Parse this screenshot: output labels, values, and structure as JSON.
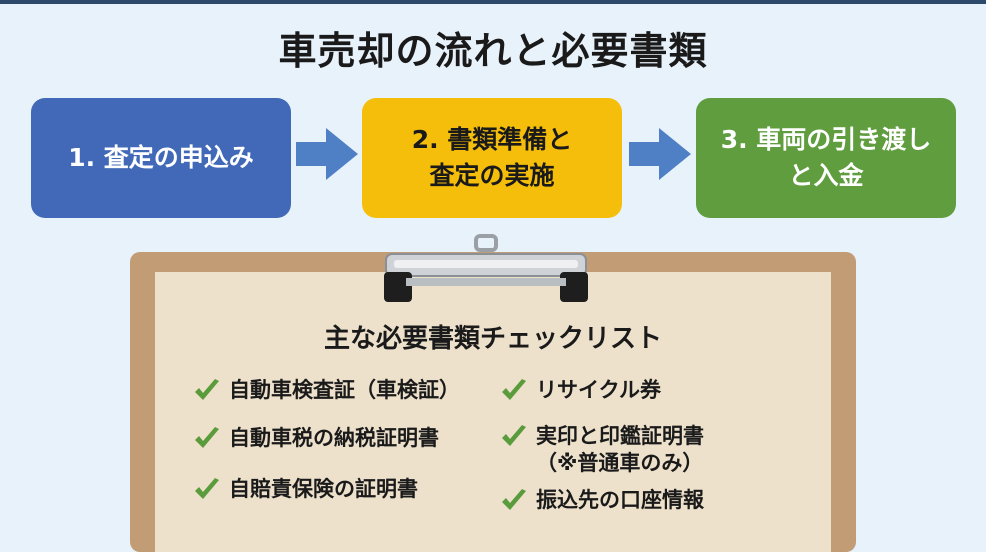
{
  "title": "車売却の流れと必要書類",
  "colors": {
    "step1": "#4169b8",
    "step2": "#f5be0b",
    "step3": "#5f9d3f",
    "arrow": "#4f80c6",
    "check": "#5a9b3b"
  },
  "steps": [
    {
      "line1": "1. 査定の申込み",
      "line2": ""
    },
    {
      "line1": "2. 書類準備と",
      "line2": "査定の実施"
    },
    {
      "line1": "3. 車両の引き渡し",
      "line2": "と入金"
    }
  ],
  "checklist": {
    "title": "主な必要書類チェックリスト",
    "left": [
      {
        "text": "自動車検査証（車検証）"
      },
      {
        "text": "自動車税の納税証明書"
      },
      {
        "text": "自賠責保険の証明書"
      }
    ],
    "right": [
      {
        "text": "リサイクル券",
        "sub": ""
      },
      {
        "text": "実印と印鑑証明書",
        "sub": "（※普通車のみ）"
      },
      {
        "text": "振込先の口座情報",
        "sub": ""
      }
    ]
  }
}
